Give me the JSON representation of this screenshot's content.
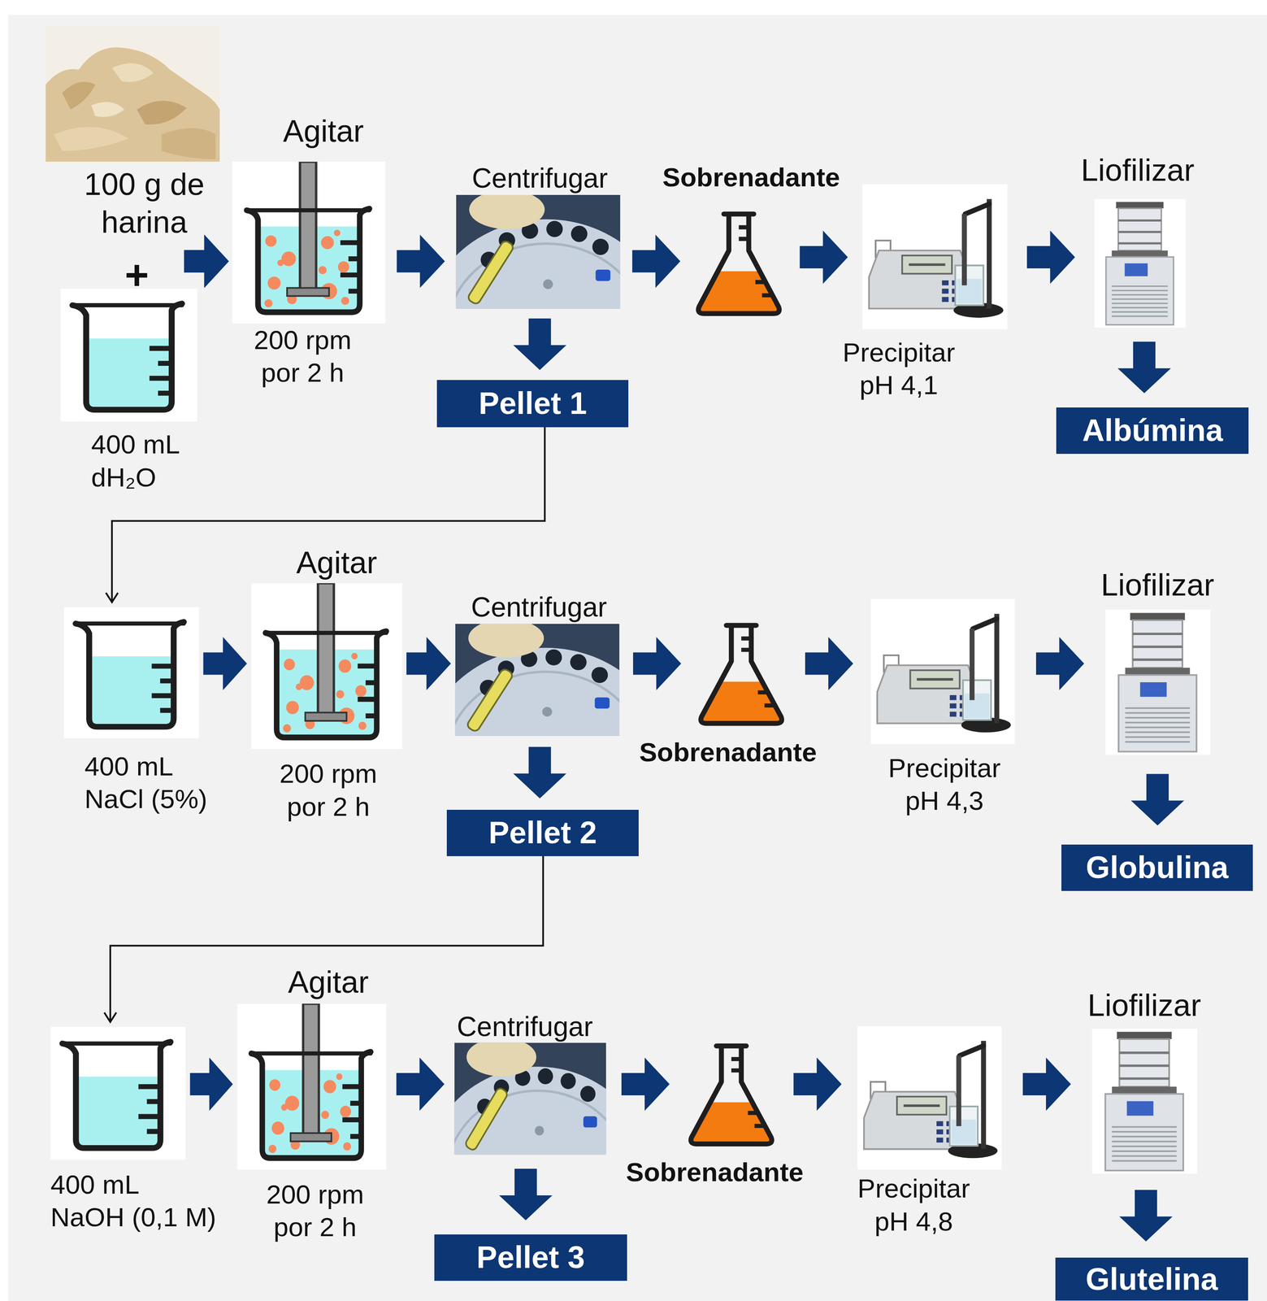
{
  "diagram": {
    "nodes": [
      {
        "text": [
          "100 g de harina"
        ]
      },
      {
        "text": [
          "400 mL dH₂O"
        ]
      },
      {
        "text": [
          "Agitar",
          "200 rpm por 2 h"
        ]
      },
      {
        "text": [
          "Centrifugar"
        ]
      },
      {
        "text": [
          "Pellet 1"
        ]
      },
      {
        "text": [
          "Sobrenadante"
        ]
      },
      {
        "text": [
          "Precipitar pH 4,1"
        ]
      },
      {
        "text": [
          "Liofilizar"
        ]
      },
      {
        "text": [
          "Albúmina"
        ]
      },
      {
        "text": [
          "400 mL NaCl (5%)"
        ]
      },
      {
        "text": [
          "Agitar",
          "200 rpm por 2 h"
        ]
      },
      {
        "text": [
          "Centrifugar"
        ]
      },
      {
        "text": [
          "Pellet 2"
        ]
      },
      {
        "text": [
          "Sobrenadante"
        ]
      },
      {
        "text": [
          "Precipitar pH 4,3"
        ]
      },
      {
        "text": [
          "Liofilizar"
        ]
      },
      {
        "text": [
          "Globulina"
        ]
      },
      {
        "text": [
          "400 mL NaOH (0,1 M)"
        ]
      },
      {
        "text": [
          "Agitar",
          "200 rpm por 2 h"
        ]
      },
      {
        "text": [
          "Centrifugar"
        ]
      },
      {
        "text": [
          "Pellet 3"
        ]
      },
      {
        "text": [
          "Sobrenadante"
        ]
      },
      {
        "text": [
          "Precipitar pH 4,8"
        ]
      },
      {
        "text": [
          "Liofilizar"
        ]
      },
      {
        "text": [
          "Glutelina"
        ]
      }
    ],
    "edges": [
      {
        "from": 0,
        "to": 2,
        "arrow": "to"
      },
      {
        "from": 1,
        "to": 2,
        "arrow": "to"
      },
      {
        "from": 2,
        "to": 3,
        "arrow": "to"
      },
      {
        "from": 3,
        "to": 4,
        "arrow": "to"
      },
      {
        "from": 3,
        "to": 5,
        "arrow": "to"
      },
      {
        "from": 5,
        "to": 6,
        "arrow": "to"
      },
      {
        "from": 6,
        "to": 7,
        "arrow": "to"
      },
      {
        "from": 7,
        "to": 8,
        "arrow": "to"
      },
      {
        "from": 4,
        "to": 9,
        "arrow": "to"
      },
      {
        "from": 9,
        "to": 10,
        "arrow": "to"
      },
      {
        "from": 10,
        "to": 11,
        "arrow": "to"
      },
      {
        "from": 11,
        "to": 12,
        "arrow": "to"
      },
      {
        "from": 11,
        "to": 13,
        "arrow": "to"
      },
      {
        "from": 13,
        "to": 14,
        "arrow": "to"
      },
      {
        "from": 14,
        "to": 15,
        "arrow": "to"
      },
      {
        "from": 15,
        "to": 16,
        "arrow": "to"
      },
      {
        "from": 12,
        "to": 17,
        "arrow": "to"
      },
      {
        "from": 17,
        "to": 18,
        "arrow": "to"
      },
      {
        "from": 18,
        "to": 19,
        "arrow": "to"
      },
      {
        "from": 19,
        "to": 20,
        "arrow": "to"
      },
      {
        "from": 19,
        "to": 21,
        "arrow": "to"
      },
      {
        "from": 21,
        "to": 22,
        "arrow": "to"
      },
      {
        "from": 22,
        "to": 23,
        "arrow": "to"
      },
      {
        "from": 23,
        "to": 24,
        "arrow": "to"
      }
    ],
    "labels": [
      "+"
    ]
  }
}
